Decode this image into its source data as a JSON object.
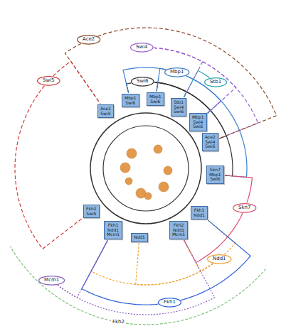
{
  "diagram": {
    "nodes": [
      {
        "text": [
          "Swi4"
        ]
      },
      {
        "text": [
          "Stb1"
        ]
      },
      {
        "text": [
          "Ace2"
        ]
      },
      {
        "text": [
          "Swi5"
        ]
      },
      {
        "text": [
          "Swi6"
        ]
      },
      {
        "text": [
          "Mbp1"
        ]
      },
      {
        "text": [
          "Skn7"
        ]
      },
      {
        "text": [
          "Ndd1"
        ]
      },
      {
        "text": [
          "Fkh1"
        ]
      },
      {
        "text": [
          "Mcm1"
        ]
      },
      {
        "text": [
          "Ace2 Swi5"
        ]
      },
      {
        "text": [
          "Mbp1 Swi6"
        ]
      },
      {
        "text": [
          "Mbp1 Swi6"
        ]
      },
      {
        "text": [
          "Stb1 Swi4 Swi6"
        ]
      },
      {
        "text": [
          "Mbp1 Swi4 Swi6"
        ]
      },
      {
        "text": [
          "Ace2 Swi4 Swi6"
        ]
      },
      {
        "text": [
          "Skn7 Mbp1 Swi6"
        ]
      },
      {
        "text": [
          "Fkh1 Ndd1"
        ]
      },
      {
        "text": [
          "Fkh2 Ndd1 Mcm1"
        ]
      },
      {
        "text": [
          "Ndd1"
        ]
      },
      {
        "text": [
          "Fkh1 Ndd1 Mcm1"
        ]
      },
      {
        "text": [
          "Fkh2 Swi5"
        ]
      }
    ],
    "edges": [
      {
        "from": 4,
        "to": 11,
        "arrow": "none"
      },
      {
        "from": 4,
        "to": 12,
        "arrow": "none"
      },
      {
        "from": 4,
        "to": 13,
        "arrow": "none"
      },
      {
        "from": 4,
        "to": 14,
        "arrow": "none"
      },
      {
        "from": 4,
        "to": 15,
        "arrow": "none"
      },
      {
        "from": 4,
        "to": 16,
        "arrow": "none"
      },
      {
        "from": 5,
        "to": 11,
        "arrow": "none"
      },
      {
        "from": 5,
        "to": 12,
        "arrow": "none"
      },
      {
        "from": 5,
        "to": 14,
        "arrow": "none"
      },
      {
        "from": 5,
        "to": 16,
        "arrow": "none"
      },
      {
        "from": 1,
        "to": 13,
        "arrow": "none"
      },
      {
        "from": 0,
        "to": 13,
        "arrow": "none"
      },
      {
        "from": 0,
        "to": 14,
        "arrow": "none"
      },
      {
        "from": 0,
        "to": 15,
        "arrow": "none"
      },
      {
        "from": 2,
        "to": 10,
        "arrow": "none"
      },
      {
        "from": 2,
        "to": 15,
        "arrow": "none"
      },
      {
        "from": 3,
        "to": 10,
        "arrow": "none"
      },
      {
        "from": 3,
        "to": 21,
        "arrow": "none"
      },
      {
        "from": 6,
        "to": 16,
        "arrow": "none"
      },
      {
        "from": 6,
        "to": 18,
        "arrow": "none"
      },
      {
        "from": 7,
        "to": 17,
        "arrow": "none"
      },
      {
        "from": 7,
        "to": 18,
        "arrow": "none"
      },
      {
        "from": 7,
        "to": 19,
        "arrow": "none"
      },
      {
        "from": 7,
        "to": 20,
        "arrow": "none"
      },
      {
        "from": 8,
        "to": 17,
        "arrow": "none"
      },
      {
        "from": 8,
        "to": 20,
        "arrow": "none"
      },
      {
        "from": 9,
        "to": 18,
        "arrow": "none"
      },
      {
        "from": 9,
        "to": 20,
        "arrow": "none"
      }
    ],
    "labels": [
      "Fkh2"
    ]
  }
}
